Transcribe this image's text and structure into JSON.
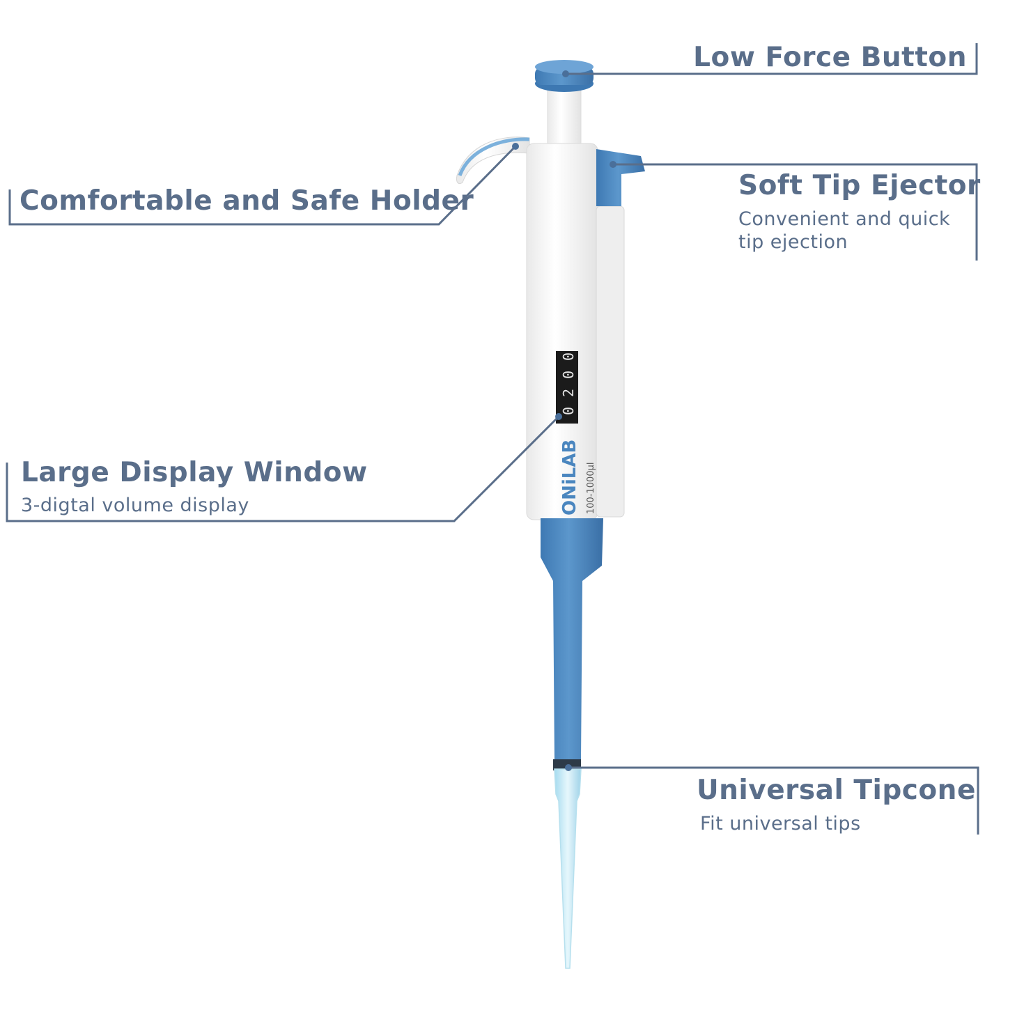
{
  "callouts": {
    "low_force_button": {
      "title": "Low Force Button"
    },
    "soft_tip_ejector": {
      "title": "Soft Tip Ejector",
      "subtitle_line1": "Convenient and quick",
      "subtitle_line2": "tip ejection"
    },
    "holder": {
      "title": "Comfortable and Safe Holder"
    },
    "display_window": {
      "title": "Large Display Window",
      "subtitle": "3-digtal volume display"
    },
    "tipcone": {
      "title": "Universal Tipcone",
      "subtitle": "Fit universal tips"
    }
  },
  "pipette": {
    "brand": "ONiLAB",
    "volume_range": "100-1000µl",
    "display_digits": [
      "0",
      "2",
      "0",
      "0"
    ]
  },
  "colors": {
    "text": "#5a6e8a",
    "line": "#5a6e8a",
    "accent_blue": "#4a86bf",
    "body_white": "#f4f4f4",
    "tip_blue": "#bfe6f2"
  }
}
